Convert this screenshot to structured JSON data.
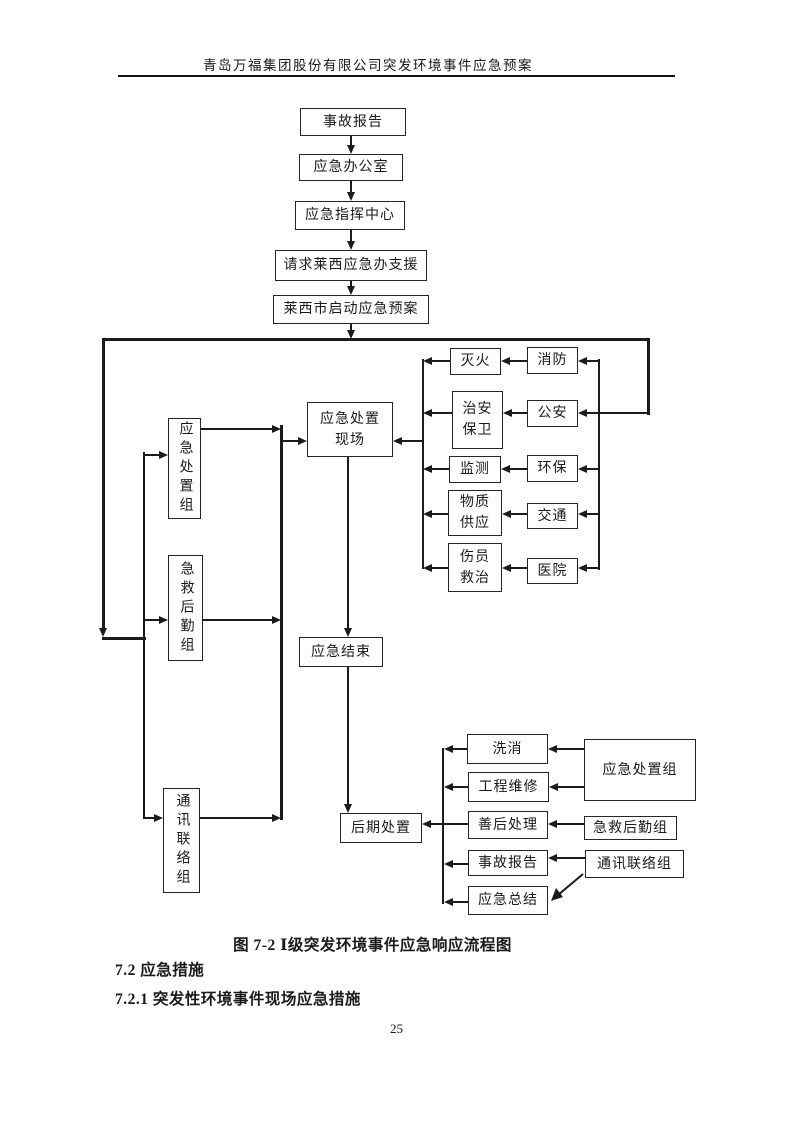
{
  "header": {
    "title": "青岛万福集团股份有限公司突发环境事件应急预案"
  },
  "figure": {
    "caption": "图 7-2 Ⅰ级突发环境事件应急响应流程图"
  },
  "sections": {
    "h72": "7.2 应急措施",
    "h721": "7.2.1 突发性环境事件现场应急措施"
  },
  "page_number": "25",
  "flowchart": {
    "accident_report": "事故报告",
    "emergency_office": "应急办公室",
    "command_center": "应急指挥中心",
    "request_support": "请求莱西应急办支援",
    "laixi_plan": "莱西市启动应急预案",
    "team_response": "应急处置组",
    "team_logistics": "急救后勤组",
    "team_comms": "通讯联络组",
    "site": "应急处置现场",
    "end": "应急结束",
    "post": "后期处置",
    "task_fire": "灭火",
    "task_security": "治安保卫",
    "task_monitor": "监测",
    "task_supply": "物质供应",
    "task_casualty": "伤员救治",
    "agency_fire": "消防",
    "agency_police": "公安",
    "agency_env": "环保",
    "agency_traffic": "交通",
    "agency_hospital": "医院",
    "post_decon": "洗消",
    "post_repair": "工程维修",
    "post_aftermath": "善后处理",
    "post_report": "事故报告",
    "post_summary": "应急总结",
    "post_team_response": "应急处置组",
    "post_team_logistics": "急救后勤组",
    "post_team_comms": "通讯联络组"
  }
}
